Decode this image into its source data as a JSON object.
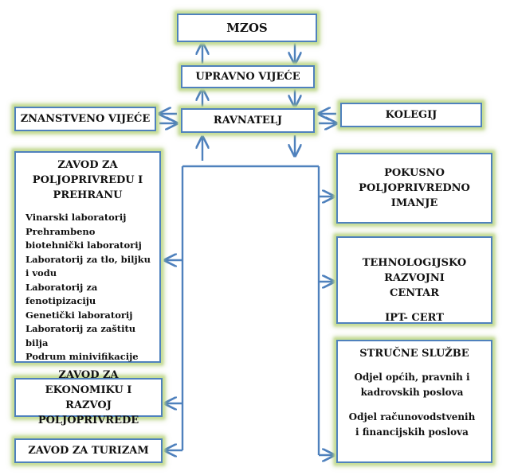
{
  "nodes": {
    "mzos": "MZOS",
    "upravno_vijece": "UPRAVNO VIJEĆE",
    "ravnatelj": "RAVNATELJ",
    "znanstveno_vijece": "ZNANSTVENO VIJEĆE",
    "kolegij": "KOLEGIJ",
    "zavod_poljoprivreda": {
      "title": "ZAVOD ZA POLJOPRIVREDU I PREHRANU",
      "items": [
        "Vinarski laboratorij",
        "Prehrambeno biotehnički laboratorij",
        "Laboratorij za tlo, biljku i vodu",
        "Laboratorij za fenotipizaciju",
        "Genetički laboratorij",
        "Laboratorij za zaštitu bilja",
        "Podrum minivifikacije"
      ]
    },
    "zavod_ekonomika": "ZAVOD ZA EKONOMIKU I RAZVOJ POLJOPRIVREDE",
    "zavod_turizam": "ZAVOD ZA TURIZAM",
    "pokusno_imanje": "POKUSNO POLJOPRIVREDNO IMANJE",
    "tehnologijski_centar": {
      "title": "TEHNOLOGIJSKO RAZVOJNI CENTAR",
      "subtitle": "IPT- CERT"
    },
    "strucne_sluzbe": {
      "title": "STRUČNE SLUŽBE",
      "items": [
        "Odjel općih, pravnih i kadrovskih poslova",
        "Odjel računovodstvenih i financijskih poslova"
      ]
    }
  },
  "colors": {
    "border": "#4f81bd",
    "glow": "#c6dd96",
    "arrow": "#4f81bd"
  }
}
